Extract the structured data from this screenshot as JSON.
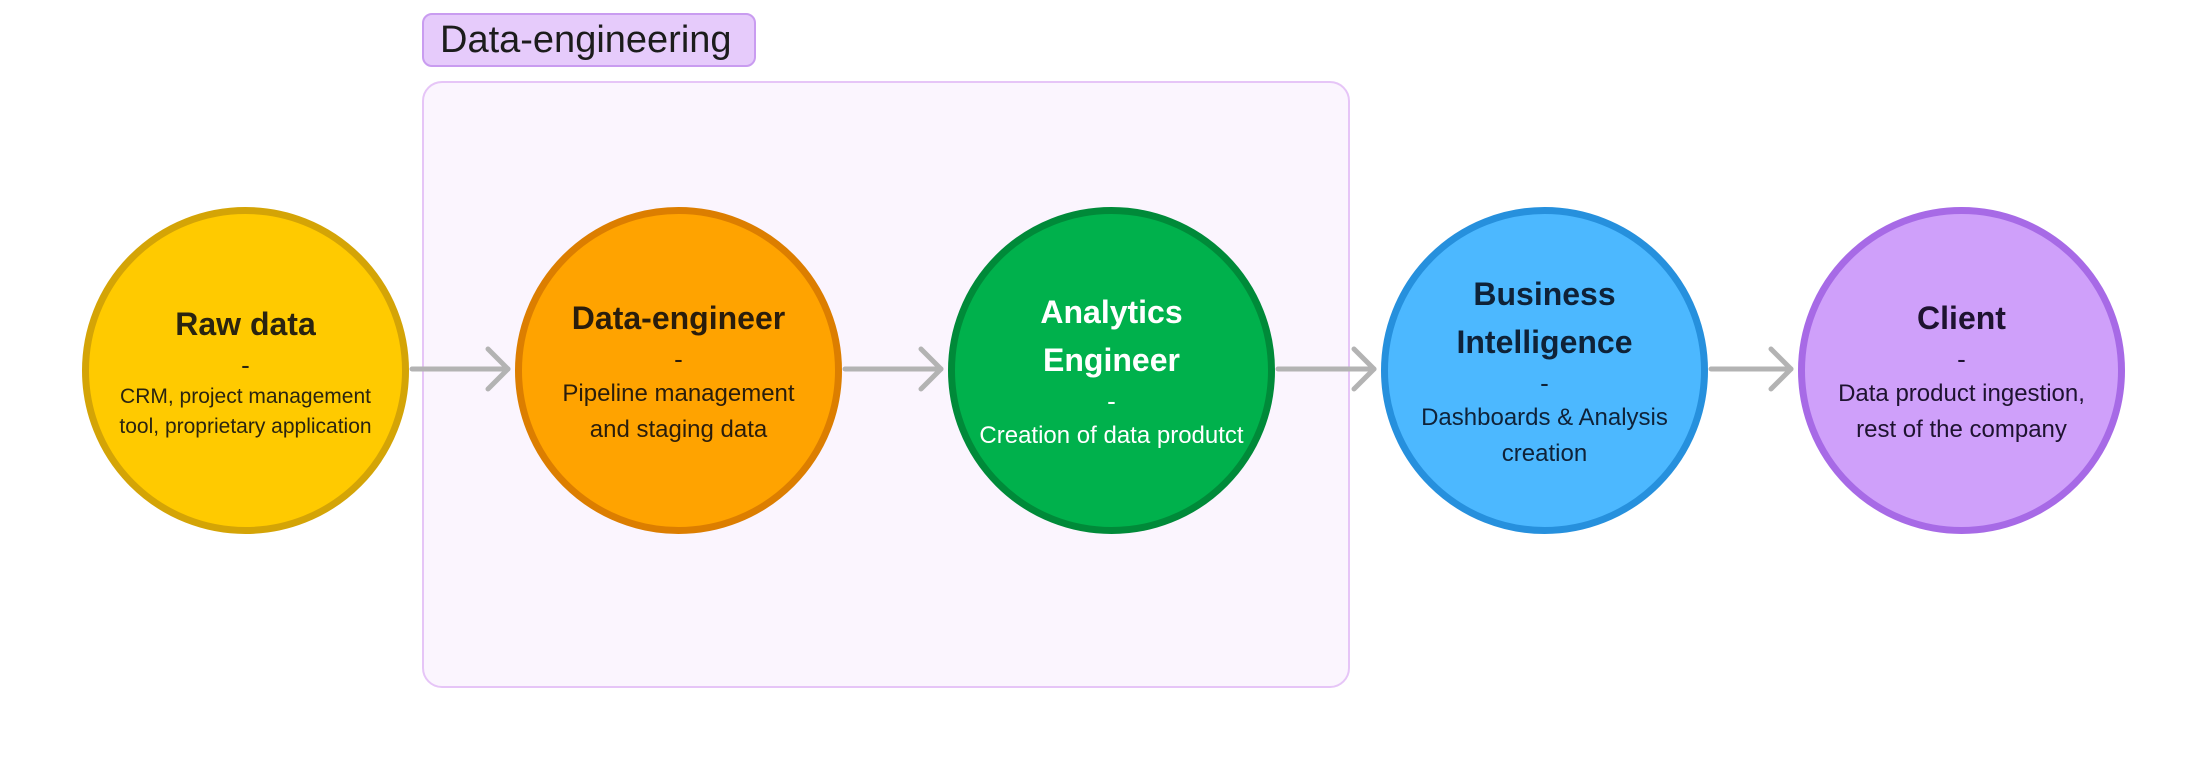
{
  "group": {
    "label": "Data-engineering"
  },
  "nodes": [
    {
      "title": "Raw data",
      "sep": "-",
      "desc": "CRM, project management tool, proprietary application"
    },
    {
      "title": "Data-engineer",
      "sep": "-",
      "desc": "Pipeline management and staging data"
    },
    {
      "title": "Analytics Engineer",
      "sep": "-",
      "desc": "Creation of data produtct"
    },
    {
      "title": "Business Intelligence",
      "sep": "-",
      "desc": "Dashboards & Analysis creation"
    },
    {
      "title": "Client",
      "sep": "-",
      "desc": "Data product ingestion, rest of the company"
    }
  ],
  "colors": {
    "arrow": "#b3b3b3",
    "group_fill": "#fbf5fe",
    "group_border": "#e6c5f7",
    "label_fill": "#e6cbfb"
  }
}
